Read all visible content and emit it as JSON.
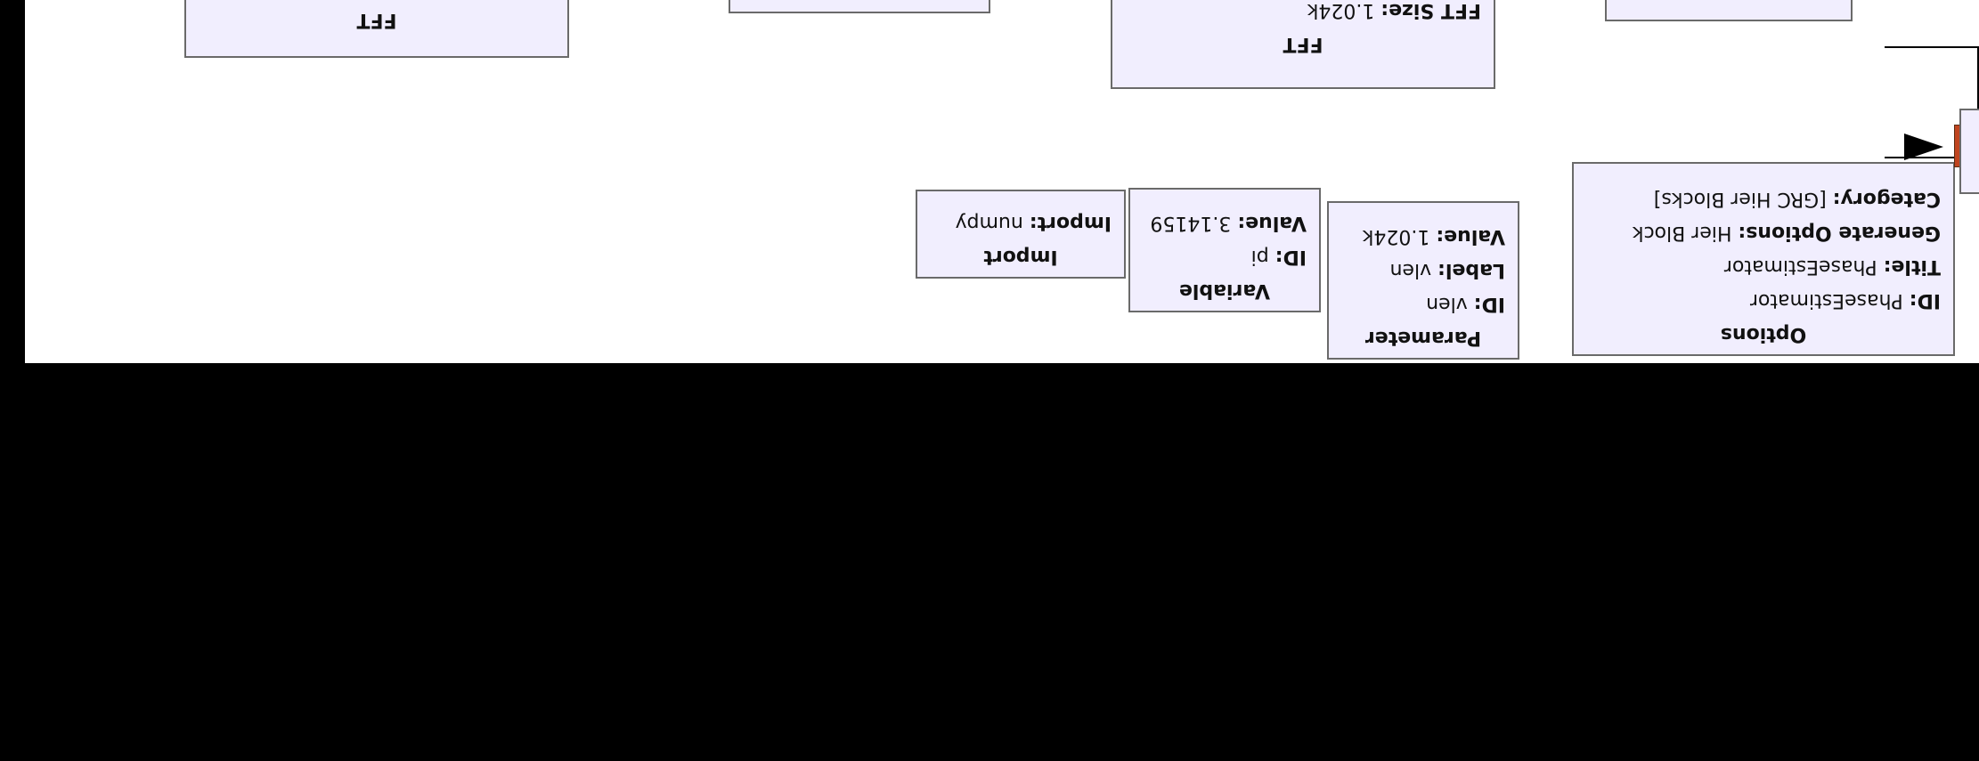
{
  "blocks": {
    "options": {
      "title": "Options",
      "params": [
        {
          "k": "ID:",
          "v": "PhaseEstimator"
        },
        {
          "k": "Title:",
          "v": "PhaseEstimator"
        },
        {
          "k": "Generate Options:",
          "v": "Hier Block"
        },
        {
          "k": "Category:",
          "v": "[GRC Hier Blocks]"
        }
      ]
    },
    "parameter": {
      "title": "Parameter",
      "params": [
        {
          "k": "ID:",
          "v": "vlen"
        },
        {
          "k": "Label:",
          "v": "vlen"
        },
        {
          "k": "Value:",
          "v": "1.024k"
        }
      ]
    },
    "variable": {
      "title": "Variable",
      "params": [
        {
          "k": "ID:",
          "v": "pi"
        },
        {
          "k": "Value:",
          "v": "3.14159"
        }
      ]
    },
    "import": {
      "title": "Import",
      "params": [
        {
          "k": "Import:",
          "v": "numpy"
        }
      ]
    },
    "fft1": {
      "title": "FFT",
      "params": [
        {
          "k": "FFT Size:",
          "v": "1.024k"
        }
      ]
    },
    "fft2": {
      "title": "FFT",
      "params": []
    }
  },
  "colors": {
    "block_fill": "#f1eefe",
    "block_border": "#6a6a6a",
    "port": "#c0441f",
    "background": "#000000",
    "canvas": "#ffffff"
  }
}
